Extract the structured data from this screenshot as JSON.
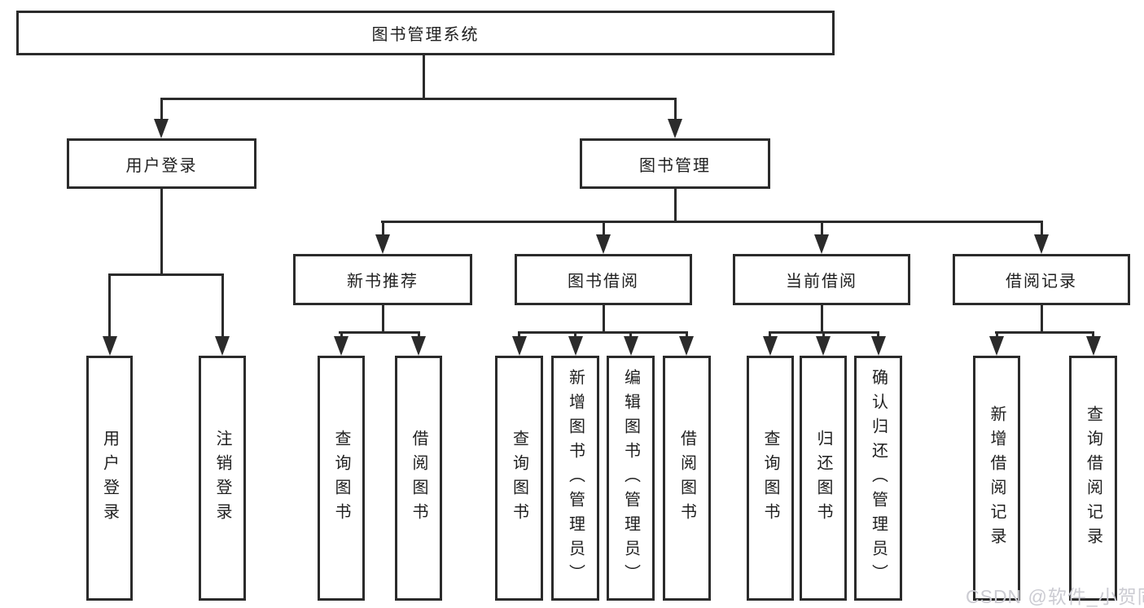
{
  "colors": {
    "line": "#2b2b2b",
    "text": "#1f1f1f",
    "background": "#ffffff",
    "watermark": "#cbcbd2"
  },
  "nodes": {
    "root": "图书管理系统",
    "level2": [
      {
        "label": "用户登录"
      },
      {
        "label": "图书管理"
      }
    ],
    "level3": [
      {
        "label": "新书推荐"
      },
      {
        "label": "图书借阅"
      },
      {
        "label": "当前借阅"
      },
      {
        "label": "借阅记录"
      }
    ],
    "leaves": {
      "login": [
        "用户登录",
        "注销登录"
      ],
      "newbook": [
        "查询图书",
        "借阅图书"
      ],
      "borrow": [
        "查询图书",
        "新增图书（管理员）",
        "编辑图书（管理员）",
        "借阅图书"
      ],
      "current": [
        "查询图书",
        "归还图书",
        "确认归还（管理员）"
      ],
      "records": [
        "新增借阅记录",
        "查询借阅记录"
      ]
    }
  },
  "watermark": {
    "text": "CSDN @软件_小贺同学"
  }
}
